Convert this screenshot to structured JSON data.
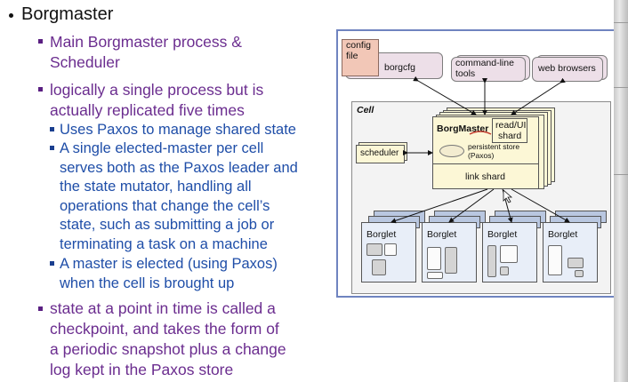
{
  "slide": {
    "title": "Borgmaster",
    "items": [
      {
        "level": 2,
        "text_lines": [
          "Main Borgmaster process &",
          "Scheduler"
        ]
      },
      {
        "level": 2,
        "text_lines": [
          "logically a single process but is",
          "actually replicated five times"
        ]
      },
      {
        "level": 3,
        "text_lines": [
          "Uses Paxos to manage shared state"
        ]
      },
      {
        "level": 3,
        "text_lines": [
          "A single elected-master per cell",
          "serves both as the Paxos leader and",
          "the state mutator, handling all",
          "operations that change the cell’s",
          "state, such as submitting a job or",
          "terminating a task on a machine"
        ]
      },
      {
        "level": 3,
        "text_lines": [
          "A master is elected (using Paxos)",
          "when the cell is brought up"
        ]
      },
      {
        "level": 2,
        "text_lines": [
          "state at a point in time is called a",
          "checkpoint, and takes the form of",
          "a periodic snapshot plus a change",
          "log kept in the Paxos store"
        ]
      }
    ]
  },
  "diagram": {
    "config_file": [
      "config",
      "file"
    ],
    "borgcfg": "borgcfg",
    "command_line_tools": [
      "command-line",
      "tools"
    ],
    "web_browsers": "web browsers",
    "cell_label": "Cell",
    "borgmaster": "BorgMaster",
    "read_ui_shard": [
      "read/UI",
      "shard"
    ],
    "persistent_store": [
      "persistent store",
      "(Paxos)"
    ],
    "link_shard": "link shard",
    "scheduler": "scheduler",
    "borglets": [
      "Borglet",
      "Borglet",
      "Borglet",
      "Borglet"
    ]
  },
  "colors": {
    "title_text": "#111111",
    "level2_text": "#6b2d8f",
    "level3_text": "#1f4ea8",
    "diagram_border": "#6f84c0",
    "master_fill": "#fcf7d6",
    "tool_fill": "#eddfe8",
    "config_fill": "#f2c7b7",
    "borglet_fill": "#e8eef8"
  }
}
